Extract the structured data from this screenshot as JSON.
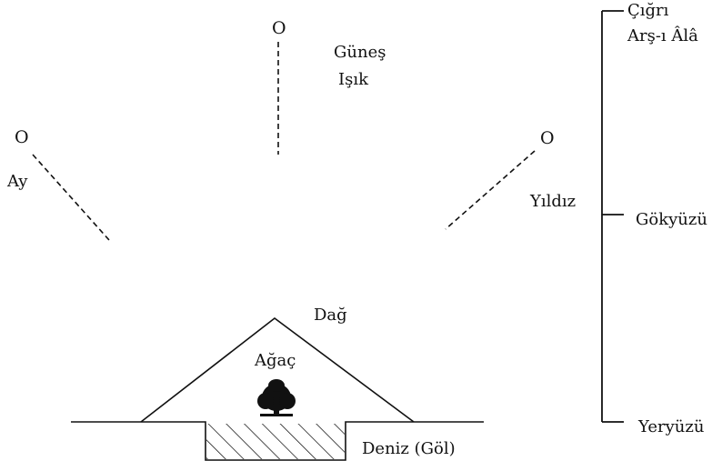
{
  "markers": {
    "sun": "O",
    "moon": "O",
    "star": "O"
  },
  "labels": {
    "sun": "Güneş",
    "light": "Işık",
    "moon": "Ay",
    "star": "Yıldız",
    "mountain": "Dağ",
    "tree": "Ağaç",
    "sea": "Deniz (Göl)"
  },
  "scale": {
    "top_line1": "Çığrı",
    "top_line2": "Arş-ı Âlâ",
    "middle": "Gökyüzü",
    "bottom": "Yeryüzü"
  },
  "icons": {
    "tree": "tree-icon",
    "sun": "circle-icon",
    "moon": "circle-icon",
    "star": "circle-icon"
  },
  "colors": {
    "ink": "#111111",
    "background": "#ffffff"
  }
}
